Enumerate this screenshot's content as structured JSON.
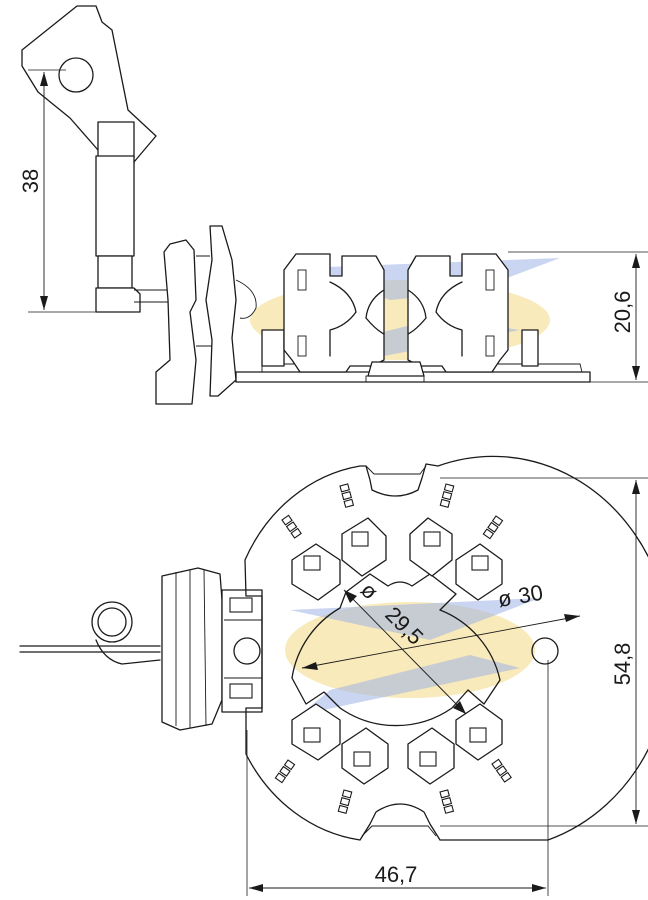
{
  "dimensions": {
    "lead_length": "38",
    "holder_height": "20,6",
    "bore_diameter_small": "29,5",
    "bore_diameter_large": "30",
    "plate_height": "54,8",
    "plate_width": "46,7"
  },
  "diameter_symbol": "ø",
  "colors": {
    "line": "#1a1a1a",
    "watermark_blue": "#9fb3e6",
    "watermark_yellow": "#f3dc8c"
  }
}
